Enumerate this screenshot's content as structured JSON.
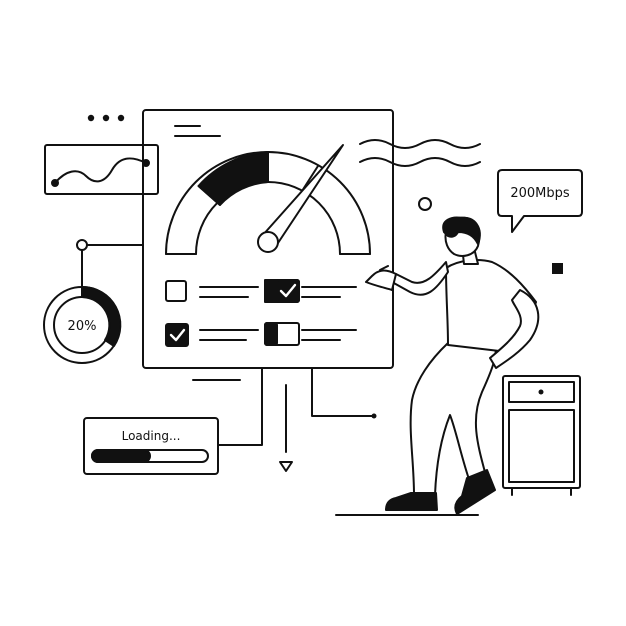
{
  "speech_bubble": {
    "text": "200Mbps"
  },
  "progress_ring": {
    "label": "20%",
    "value": 0.2
  },
  "loading_panel": {
    "label": "Loading...",
    "progress": 0.5
  },
  "speedometer": {
    "level": 0.72
  },
  "checklist": {
    "rows": [
      {
        "checkbox": false,
        "toggle_checked": true
      },
      {
        "checkbox": true,
        "toggle_checked": false
      }
    ]
  },
  "colors": {
    "ink": "#111111",
    "paper": "#ffffff"
  }
}
